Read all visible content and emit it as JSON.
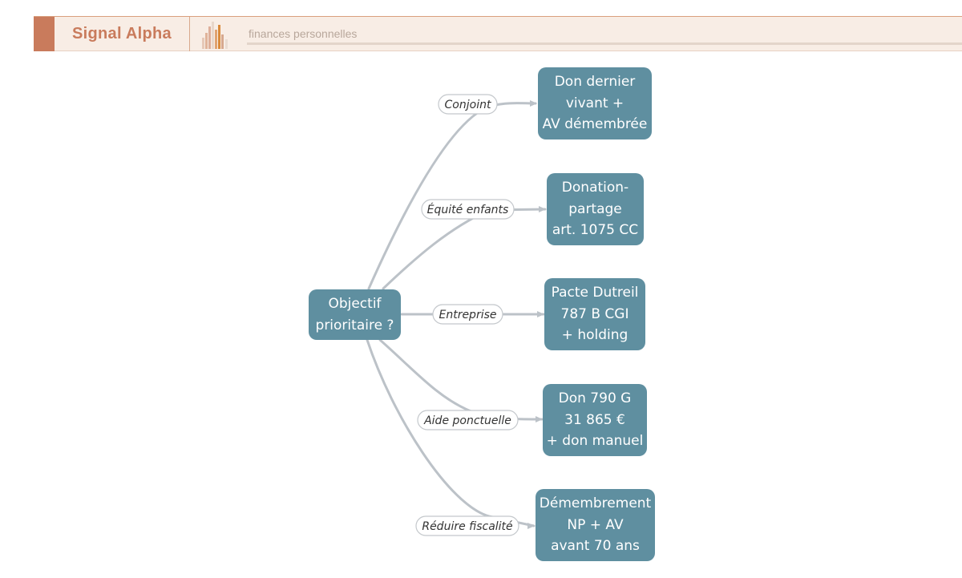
{
  "header": {
    "brand": "Signal Alpha",
    "tagline": "finances personnelles",
    "accent_color": "#c97b5c",
    "icon": "bar-chart-icon"
  },
  "diagram": {
    "root": {
      "lines": [
        "Objectif",
        "prioritaire ?"
      ]
    },
    "branches": [
      {
        "label": "Conjoint",
        "target_lines": [
          "Don dernier",
          "vivant +",
          "AV démembrée"
        ]
      },
      {
        "label": "Équité enfants",
        "target_lines": [
          "Donation-",
          "partage",
          "art. 1075 CC"
        ]
      },
      {
        "label": "Entreprise",
        "target_lines": [
          "Pacte Dutreil",
          "787 B CGI",
          "+ holding"
        ]
      },
      {
        "label": "Aide ponctuelle",
        "target_lines": [
          "Don 790 G",
          "31 865 €",
          "+ don manuel"
        ]
      },
      {
        "label": "Réduire fiscalité",
        "target_lines": [
          "Démembrement",
          "NP + AV",
          "avant 70 ans"
        ]
      }
    ],
    "node_color": "#5f8fa0",
    "edge_color": "#bcc2c8"
  }
}
